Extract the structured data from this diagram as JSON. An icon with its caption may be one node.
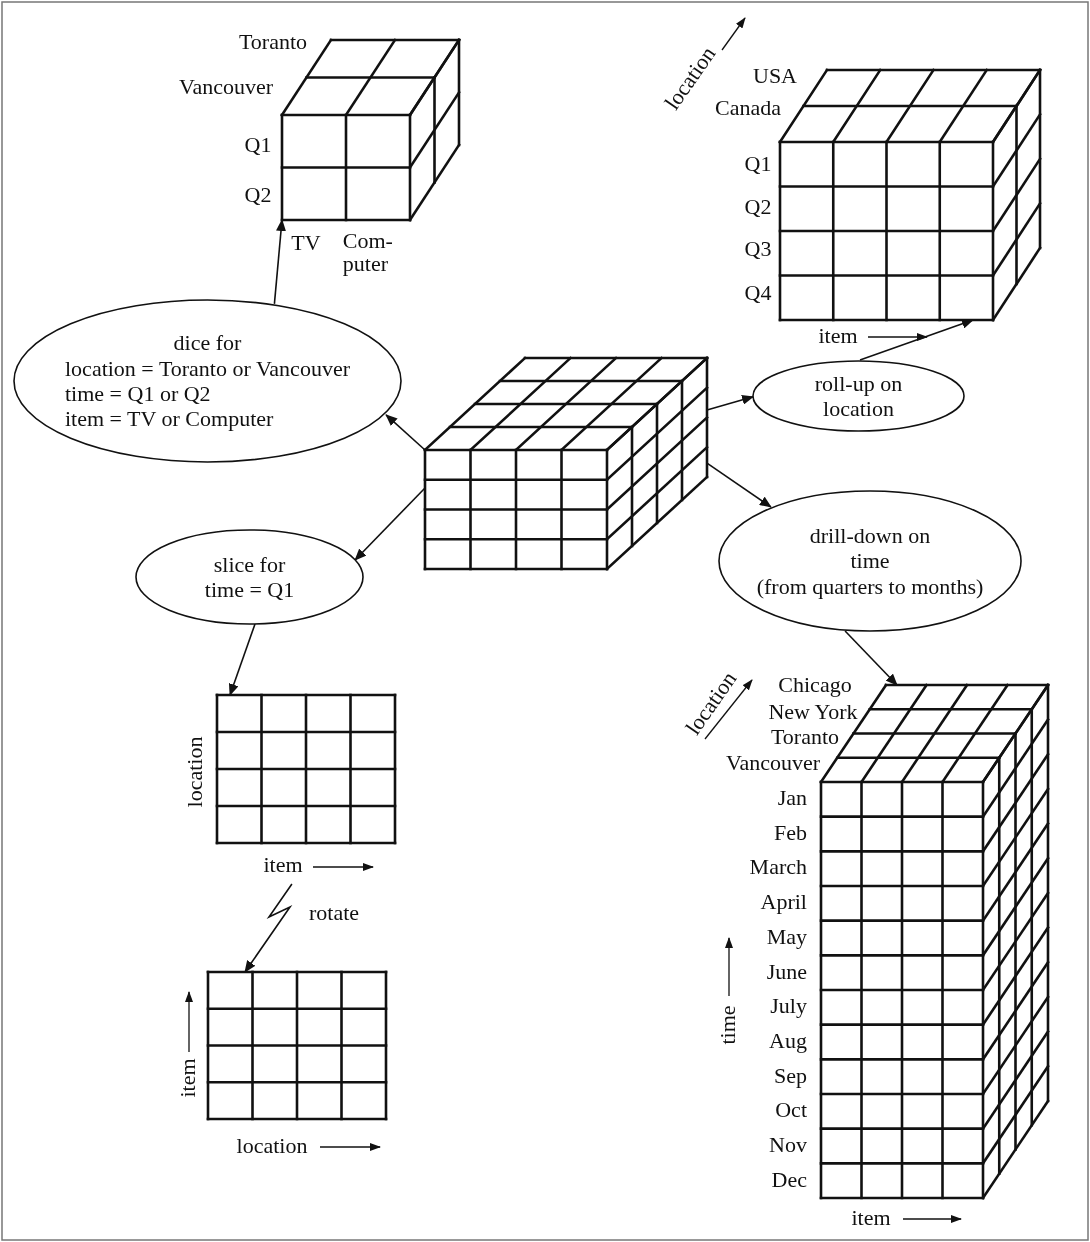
{
  "diagram": {
    "nodes": [
      {
        "text": [],
        "shape": "cube"
      },
      {
        "text": [
          "dice for",
          "location = Toranto or Vancouver",
          "time = Q1 or Q2",
          "item = TV or Computer"
        ]
      },
      {
        "text": [],
        "shape": "cube",
        "beside": [
          "Toranto",
          "Vancouver",
          "Q1",
          "Q2",
          "TV",
          "Com- puter"
        ]
      },
      {
        "text": [
          "roll-up on location"
        ]
      },
      {
        "text": [],
        "shape": "cube",
        "beside": [
          "location",
          "USA",
          "Canada",
          "Q1",
          "Q2",
          "Q3",
          "Q4",
          "item"
        ]
      },
      {
        "text": [
          "slice for time = Q1"
        ]
      },
      {
        "text": [],
        "shape": "grid",
        "beside": [
          "location",
          "item"
        ]
      },
      {
        "text": [],
        "shape": "grid",
        "beside": [
          "item",
          "location"
        ]
      },
      {
        "text": [
          "drill-down on time",
          "(from quarters to months)"
        ]
      },
      {
        "text": [],
        "shape": "cube",
        "beside": [
          "location",
          "Chicago",
          "New York",
          "Toranto",
          "Vancouver",
          "Jan",
          "Feb",
          "March",
          "April",
          "May",
          "June",
          "July",
          "Aug",
          "Sep",
          "Oct",
          "Nov",
          "Dec",
          "time",
          "item"
        ]
      }
    ],
    "edges": [
      {
        "from": 0,
        "to": 1,
        "arrow": "to"
      },
      {
        "from": 1,
        "to": 2,
        "arrow": "to"
      },
      {
        "from": 0,
        "to": 3,
        "arrow": "to"
      },
      {
        "from": 3,
        "to": 4,
        "arrow": "to"
      },
      {
        "from": 0,
        "to": 5,
        "arrow": "to"
      },
      {
        "from": 5,
        "to": 6,
        "arrow": "to"
      },
      {
        "from": 6,
        "to": 7,
        "arrow": "to",
        "label": "rotate"
      },
      {
        "from": 0,
        "to": 8,
        "arrow": "to"
      },
      {
        "from": 8,
        "to": 9,
        "arrow": "to"
      }
    ]
  }
}
